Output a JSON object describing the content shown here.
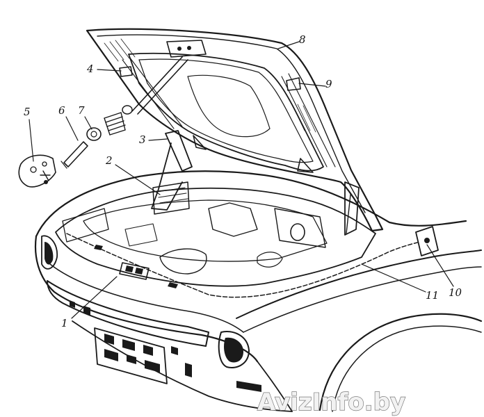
{
  "callouts": [
    "1",
    "2",
    "3",
    "4",
    "5",
    "6",
    "7",
    "8",
    "9",
    "10",
    "11"
  ],
  "watermark": "AvizInfo.by",
  "colors": {
    "ink": "#1a1a1a",
    "paper": "#ffffff",
    "watermark_fill": "#f2f2f2",
    "watermark_stroke": "#7a7a7a"
  }
}
